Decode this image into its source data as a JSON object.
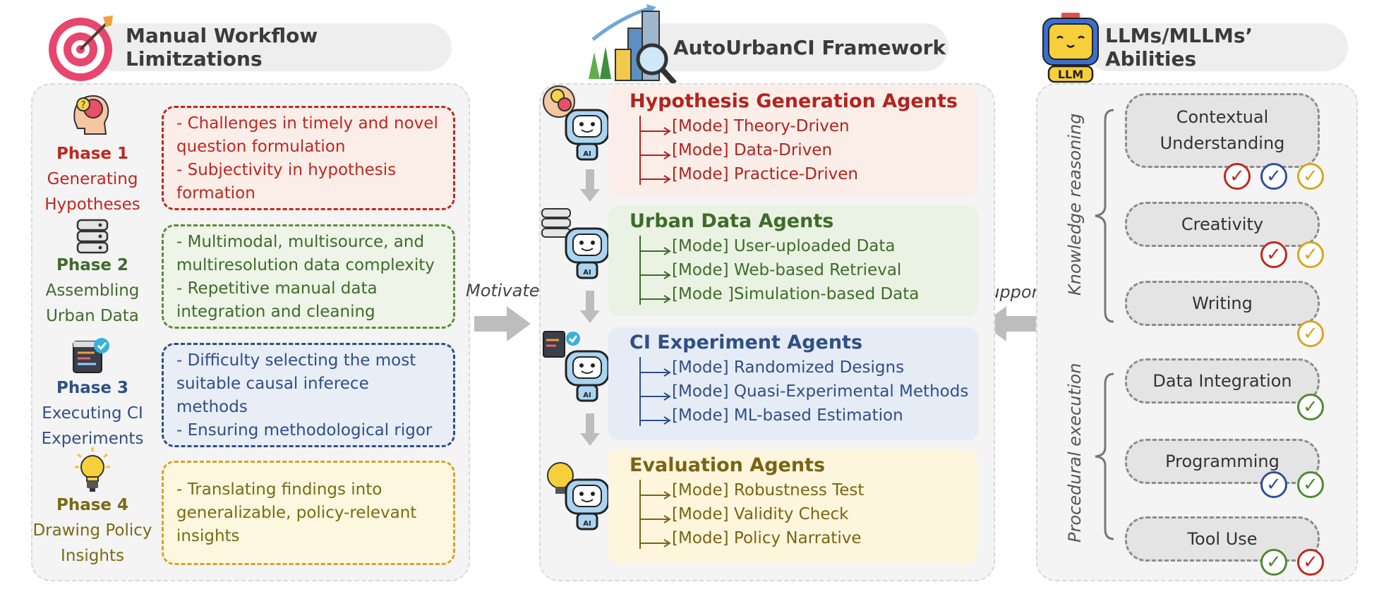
{
  "left": {
    "header": "Manual Workflow Limitzations",
    "phases": [
      {
        "num": "Phase 1",
        "line1": "Generating",
        "line2": "Hypotheses",
        "color": "#c0271f",
        "issues": [
          "- Challenges in timely and novel",
          "question formulation",
          "- Subjectivity in hypothesis",
          "formation"
        ]
      },
      {
        "num": "Phase 2",
        "line1": "Assembling",
        "line2": "Urban Data",
        "color": "#3f6b2a",
        "issues": [
          "- Multimodal, multisource, and",
          "multiresolution data complexity",
          "- Repetitive manual data",
          "integration and cleaning"
        ]
      },
      {
        "num": "Phase 3",
        "line1": "Executing CI",
        "line2": "Experiments",
        "color": "#2f4f86",
        "issues": [
          "- Difficulty selecting the most",
          "suitable causal inferece",
          "methods",
          "- Ensuring methodological rigor"
        ]
      },
      {
        "num": "Phase 4",
        "line1": "Drawing Policy",
        "line2": "Insights",
        "color": "#7a6a14",
        "issues": [
          "- Translating findings into",
          "generalizable, policy-relevant",
          "insights"
        ]
      }
    ]
  },
  "middle": {
    "header": "AutoUrbanCI Framework",
    "motivate": "Motivate",
    "support": "Support",
    "agents": [
      {
        "title": "Hypothesis Generation Agents",
        "color": "#b3231d",
        "bg": "#fbeee9",
        "modes": [
          "[Mode] Theory-Driven",
          "[Mode] Data-Driven",
          "[Mode] Practice-Driven"
        ]
      },
      {
        "title": "Urban Data Agents",
        "color": "#3f6b2a",
        "bg": "#eaf2e3",
        "modes": [
          "[Mode] User-uploaded Data",
          "[Mode] Web-based Retrieval",
          "[Mode ]Simulation-based Data"
        ]
      },
      {
        "title": "CI Experiment Agents",
        "color": "#2f4f86",
        "bg": "#e6ecf6",
        "modes": [
          "[Mode] Randomized Designs",
          "[Mode] Quasi-Experimental Methods",
          "[Mode] ML-based Estimation"
        ]
      },
      {
        "title": "Evaluation Agents",
        "color": "#7a6414",
        "bg": "#fdf6dc",
        "modes": [
          "[Mode] Robustness Test",
          "[Mode] Validity Check",
          "[Mode] Policy Narrative"
        ]
      }
    ]
  },
  "right": {
    "header": "LLMs/MLLMs’ Abilities",
    "logo_text": "LLM",
    "group1": "Knowledge reasoning",
    "group2": "Procedural execution",
    "abilities": [
      {
        "lines": [
          "Contextual",
          "Understanding"
        ],
        "checks": [
          "red",
          "blue",
          "yellow"
        ]
      },
      {
        "lines": [
          "Creativity"
        ],
        "checks": [
          "red",
          "yellow"
        ]
      },
      {
        "lines": [
          "Writing"
        ],
        "checks": [
          "yellow"
        ]
      },
      {
        "lines": [
          "Data Integration"
        ],
        "checks": [
          "green"
        ]
      },
      {
        "lines": [
          "Programming"
        ],
        "checks": [
          "blue",
          "green"
        ]
      },
      {
        "lines": [
          "Tool Use"
        ],
        "checks": [
          "green",
          "red"
        ]
      }
    ],
    "check_glyph": "✓"
  },
  "colors": {
    "red": "#c0271f",
    "blue": "#2f4f9a",
    "yellow": "#d9a520",
    "green": "#4f8a2f"
  }
}
